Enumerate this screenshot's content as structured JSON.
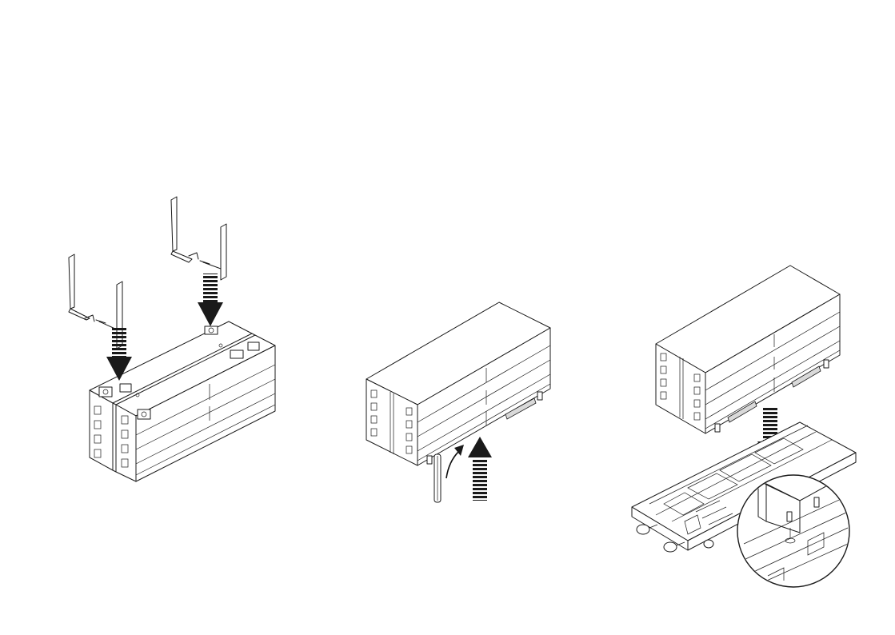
{
  "figure": {
    "panels": [
      {
        "id": "panel-1",
        "step": "attach-handles",
        "icons": [
          "handle-bracket-icon",
          "down-arrow-icon",
          "battery-cabinet-icon"
        ]
      },
      {
        "id": "panel-2",
        "step": "tilt-and-insert-pin",
        "icons": [
          "cabinet-icon",
          "curved-arrow-icon",
          "up-arrow-icon",
          "pin-icon"
        ]
      },
      {
        "id": "panel-3",
        "step": "lower-onto-base-frame",
        "icons": [
          "cabinet-icon",
          "down-arrow-icon",
          "base-frame-icon",
          "magnifier-detail-icon"
        ]
      }
    ],
    "colors": {
      "ink": "#1a1a1a",
      "background": "#ffffff",
      "shade": "#d9d9d9"
    }
  }
}
